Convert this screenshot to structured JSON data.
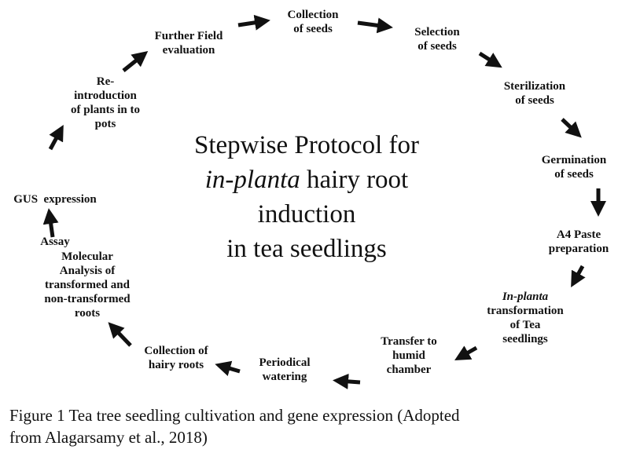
{
  "title": {
    "line1": "Stepwise Protocol for",
    "line2_italic": "in-planta",
    "line2_rest": " hairy root",
    "line3": "induction",
    "line4": "in tea seedlings"
  },
  "steps": {
    "collection_of_seeds": [
      "Collection",
      "of seeds"
    ],
    "selection_of_seeds": [
      "Selection",
      "of seeds"
    ],
    "sterilization_of_seeds": [
      "Sterilization",
      "of seeds"
    ],
    "germination_of_seeds": [
      "Germination",
      "of seeds"
    ],
    "a4_paste": [
      "A4 Paste",
      "preparation"
    ],
    "in_planta_transformation": {
      "italic": "In-planta",
      "lines": [
        "transformation",
        "of Tea",
        "seedlings"
      ]
    },
    "transfer_to_humid": [
      "Transfer to",
      "humid",
      "chamber"
    ],
    "periodical_watering": [
      "Periodical",
      "watering"
    ],
    "collection_of_hairy_roots": [
      "Collection of",
      "hairy roots"
    ],
    "molecular_analysis": [
      "Molecular",
      "Analysis of",
      "transformed and",
      "non-transformed",
      "roots"
    ],
    "gus_expression": [
      "GUS  expression",
      "Assay"
    ],
    "reintroduction": [
      "Re-",
      "introduction",
      "of plants in to",
      "pots"
    ],
    "further_field": [
      "Further Field",
      "evaluation"
    ]
  },
  "caption": {
    "line1": "Figure 1 Tea tree seedling cultivation and gene expression (Adopted",
    "line2": "from Alagarsamy et al., 2018)"
  }
}
